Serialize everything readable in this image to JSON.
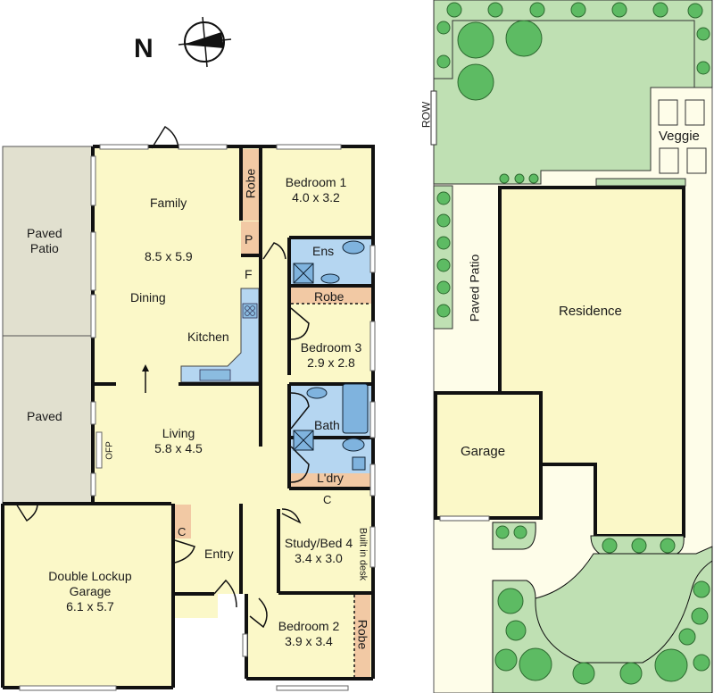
{
  "compass": {
    "label": "N"
  },
  "floor_plan": {
    "rooms": [
      {
        "id": "paved-patio",
        "line1": "Paved",
        "line2": "Patio"
      },
      {
        "id": "paved",
        "line1": "Paved"
      },
      {
        "id": "family",
        "line1": "Family",
        "dims": "8.5 x 5.9"
      },
      {
        "id": "dining",
        "line1": "Dining"
      },
      {
        "id": "kitchen",
        "line1": "Kitchen"
      },
      {
        "id": "fridge",
        "line1": "F"
      },
      {
        "id": "pantry",
        "line1": "P"
      },
      {
        "id": "robe1",
        "line1": "Robe"
      },
      {
        "id": "bedroom1",
        "line1": "Bedroom 1",
        "dims": "4.0 x 3.2"
      },
      {
        "id": "ens",
        "line1": "Ens"
      },
      {
        "id": "robe3",
        "line1": "Robe"
      },
      {
        "id": "bedroom3",
        "line1": "Bedroom 3",
        "dims": "2.9 x 2.8"
      },
      {
        "id": "bath",
        "line1": "Bath"
      },
      {
        "id": "ldry",
        "line1": "L'dry"
      },
      {
        "id": "cupboard-ldry",
        "line1": "C"
      },
      {
        "id": "living",
        "line1": "Living",
        "dims": "5.8 x 4.5"
      },
      {
        "id": "ofp",
        "line1": "OFP"
      },
      {
        "id": "garage",
        "line1": "Double Lockup",
        "line2": "Garage",
        "dims": "6.1 x 5.7"
      },
      {
        "id": "cupboard-entry",
        "line1": "C"
      },
      {
        "id": "entry",
        "line1": "Entry"
      },
      {
        "id": "study",
        "line1": "Study/Bed 4",
        "dims": "3.4 x 3.0"
      },
      {
        "id": "built-in-desk",
        "line1": "Built in desk"
      },
      {
        "id": "bedroom2",
        "line1": "Bedroom 2",
        "dims": "3.9 x 3.4"
      },
      {
        "id": "robe2",
        "line1": "Robe"
      }
    ]
  },
  "site_plan": {
    "labels": {
      "row": "ROW",
      "veggie": "Veggie",
      "paved_patio": "Paved Patio",
      "residence": "Residence",
      "garage": "Garage"
    }
  },
  "colors": {
    "room_fill": "#fbf8c8",
    "wet_area": "#b5d6f1",
    "robe": "#f2c9a4",
    "paving": "#e1e0cf",
    "lawn": "#bfe0b3",
    "shrub": "#5dbb63",
    "path": "#fefde9",
    "wall": "#111111"
  }
}
